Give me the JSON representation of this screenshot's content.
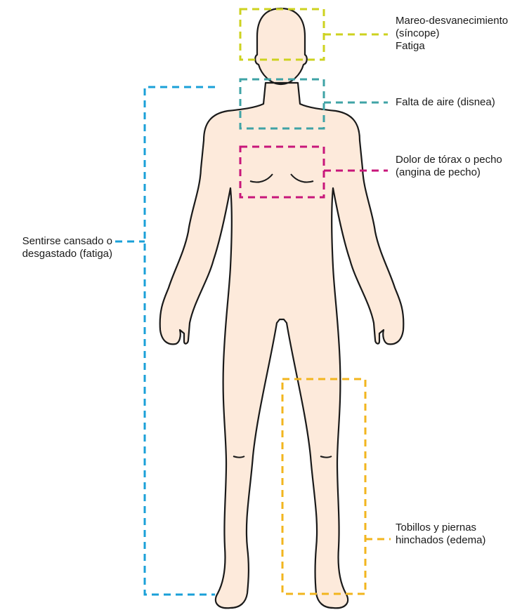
{
  "colors": {
    "skin": "#fdeadb",
    "outline": "#1a1a1a",
    "head_box": "#cdd21f",
    "breath_box": "#3fa3a6",
    "chest_box": "#c8167a",
    "fatigue_box": "#1aa0d8",
    "legs_box": "#f2b51e"
  },
  "labels": {
    "head": {
      "line1": "Mareo-desvanecimiento",
      "line2": "(síncope)",
      "line3": "Fatiga"
    },
    "breath": {
      "line1": "Falta de aire (disnea)"
    },
    "chest": {
      "line1": "Dolor de tórax o pecho",
      "line2": "(angina de pecho)"
    },
    "fatigue": {
      "line1": "Sentirse cansado o",
      "line2": "desgastado (fatiga)"
    },
    "legs": {
      "line1": "Tobillos y piernas",
      "line2": "hinchados (edema)"
    }
  }
}
